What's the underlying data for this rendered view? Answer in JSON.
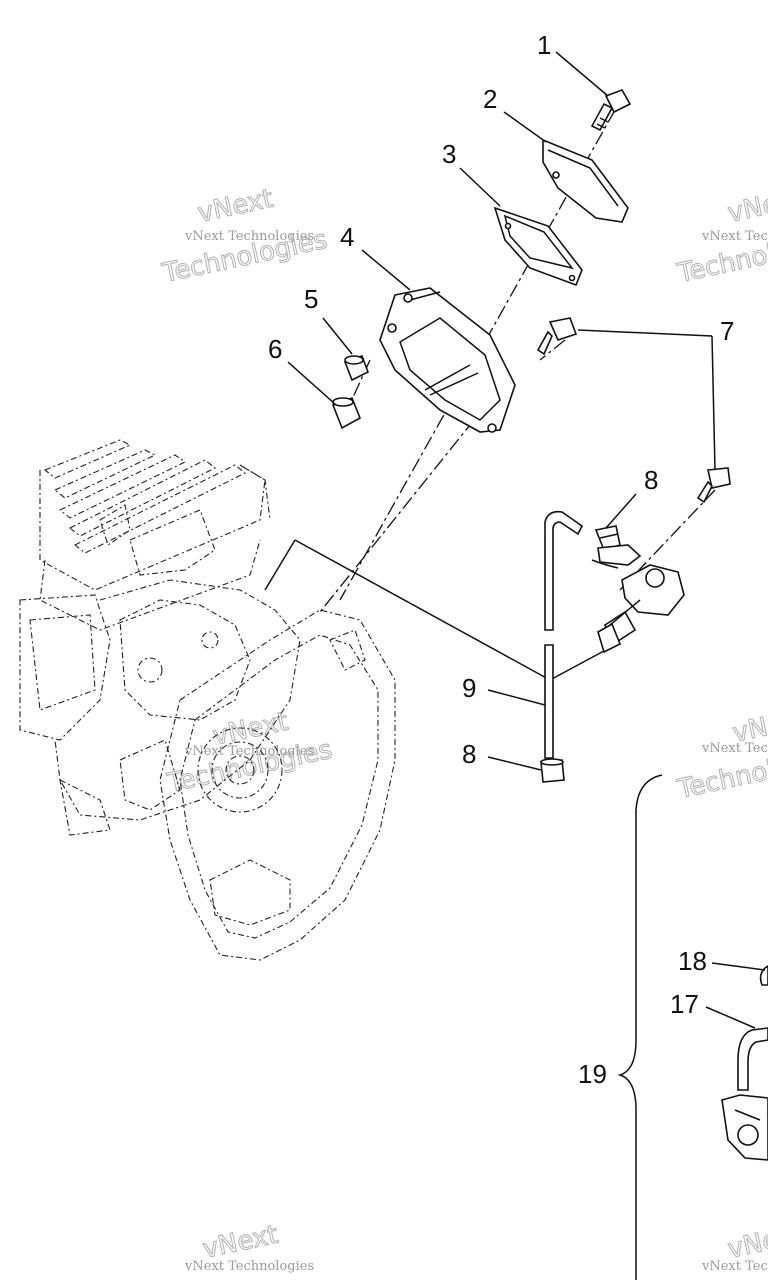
{
  "callouts": [
    {
      "id": "c1",
      "label": "1"
    },
    {
      "id": "c2",
      "label": "2"
    },
    {
      "id": "c3",
      "label": "3"
    },
    {
      "id": "c4",
      "label": "4"
    },
    {
      "id": "c5",
      "label": "5"
    },
    {
      "id": "c6",
      "label": "6"
    },
    {
      "id": "c7",
      "label": "7"
    },
    {
      "id": "c8a",
      "label": "8"
    },
    {
      "id": "c8b",
      "label": "8"
    },
    {
      "id": "c9",
      "label": "9"
    },
    {
      "id": "c17",
      "label": "17"
    },
    {
      "id": "c18",
      "label": "18"
    },
    {
      "id": "c19",
      "label": "19"
    }
  ],
  "watermark": {
    "company": "vNext Technologies",
    "line1": "vNext",
    "line2": "Technologies"
  }
}
